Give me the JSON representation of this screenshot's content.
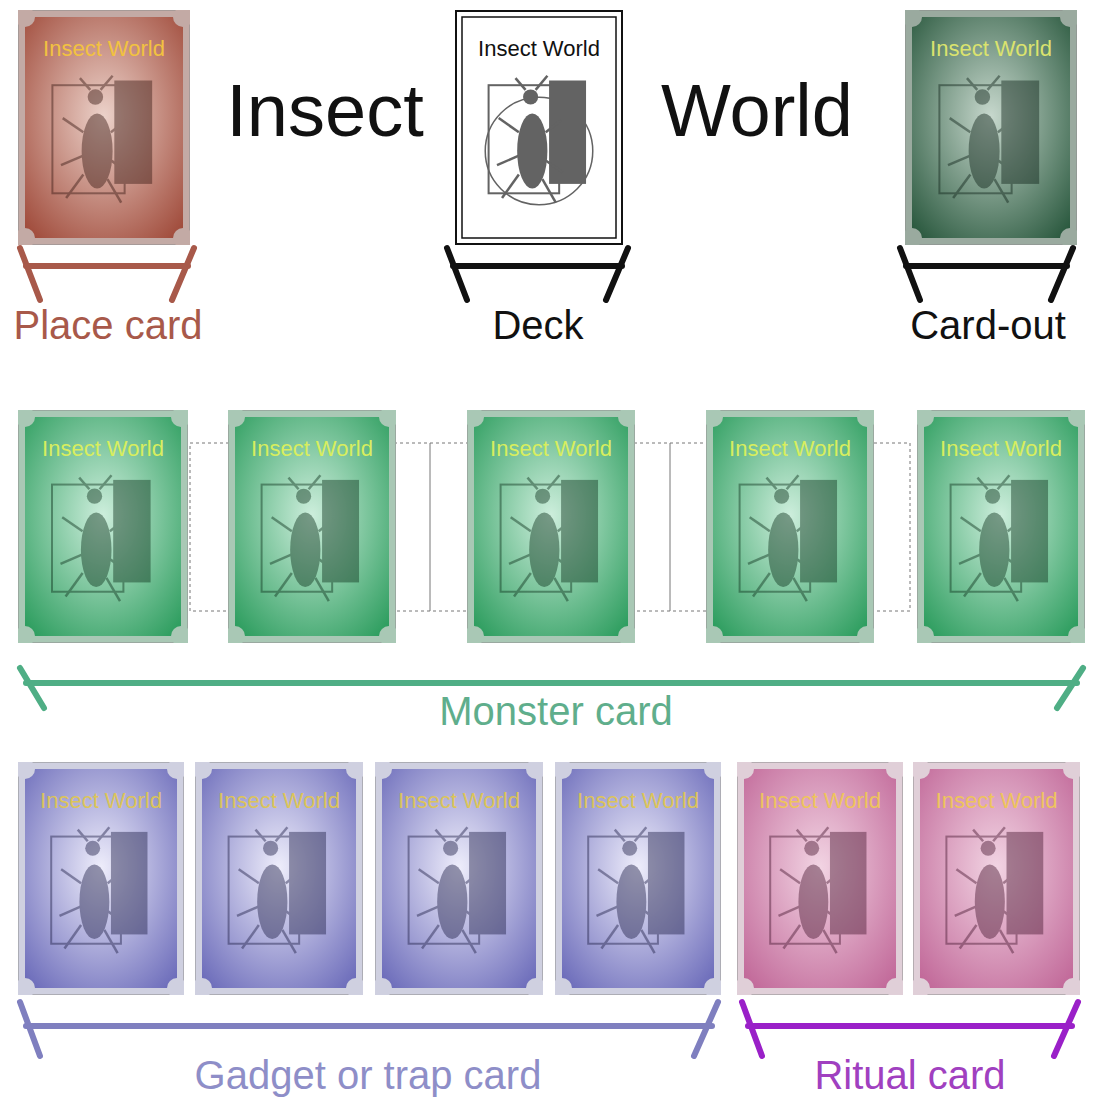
{
  "diagram": {
    "nodes": [
      {
        "text": [
          "Insect World"
        ]
      },
      {
        "text": [
          "Insect World"
        ]
      },
      {
        "text": [
          "Insect World"
        ]
      },
      {
        "text": [
          "Insect World"
        ]
      },
      {
        "text": [
          "Insect World"
        ]
      },
      {
        "text": [
          "Insect World"
        ]
      },
      {
        "text": [
          "Insect World"
        ]
      },
      {
        "text": [
          "Insect World"
        ]
      },
      {
        "text": [
          "Insect World"
        ]
      },
      {
        "text": [
          "Insect World"
        ]
      },
      {
        "text": [
          "Insect World"
        ]
      },
      {
        "text": [
          "Insect World"
        ]
      },
      {
        "text": [
          "Insect World"
        ]
      },
      {
        "text": [
          "Insect World"
        ]
      }
    ],
    "labels": [
      "Insect",
      "World",
      "Place card",
      "Deck",
      "Card-out",
      "Monster card",
      "Gadget or trap card",
      "Ritual card"
    ]
  }
}
